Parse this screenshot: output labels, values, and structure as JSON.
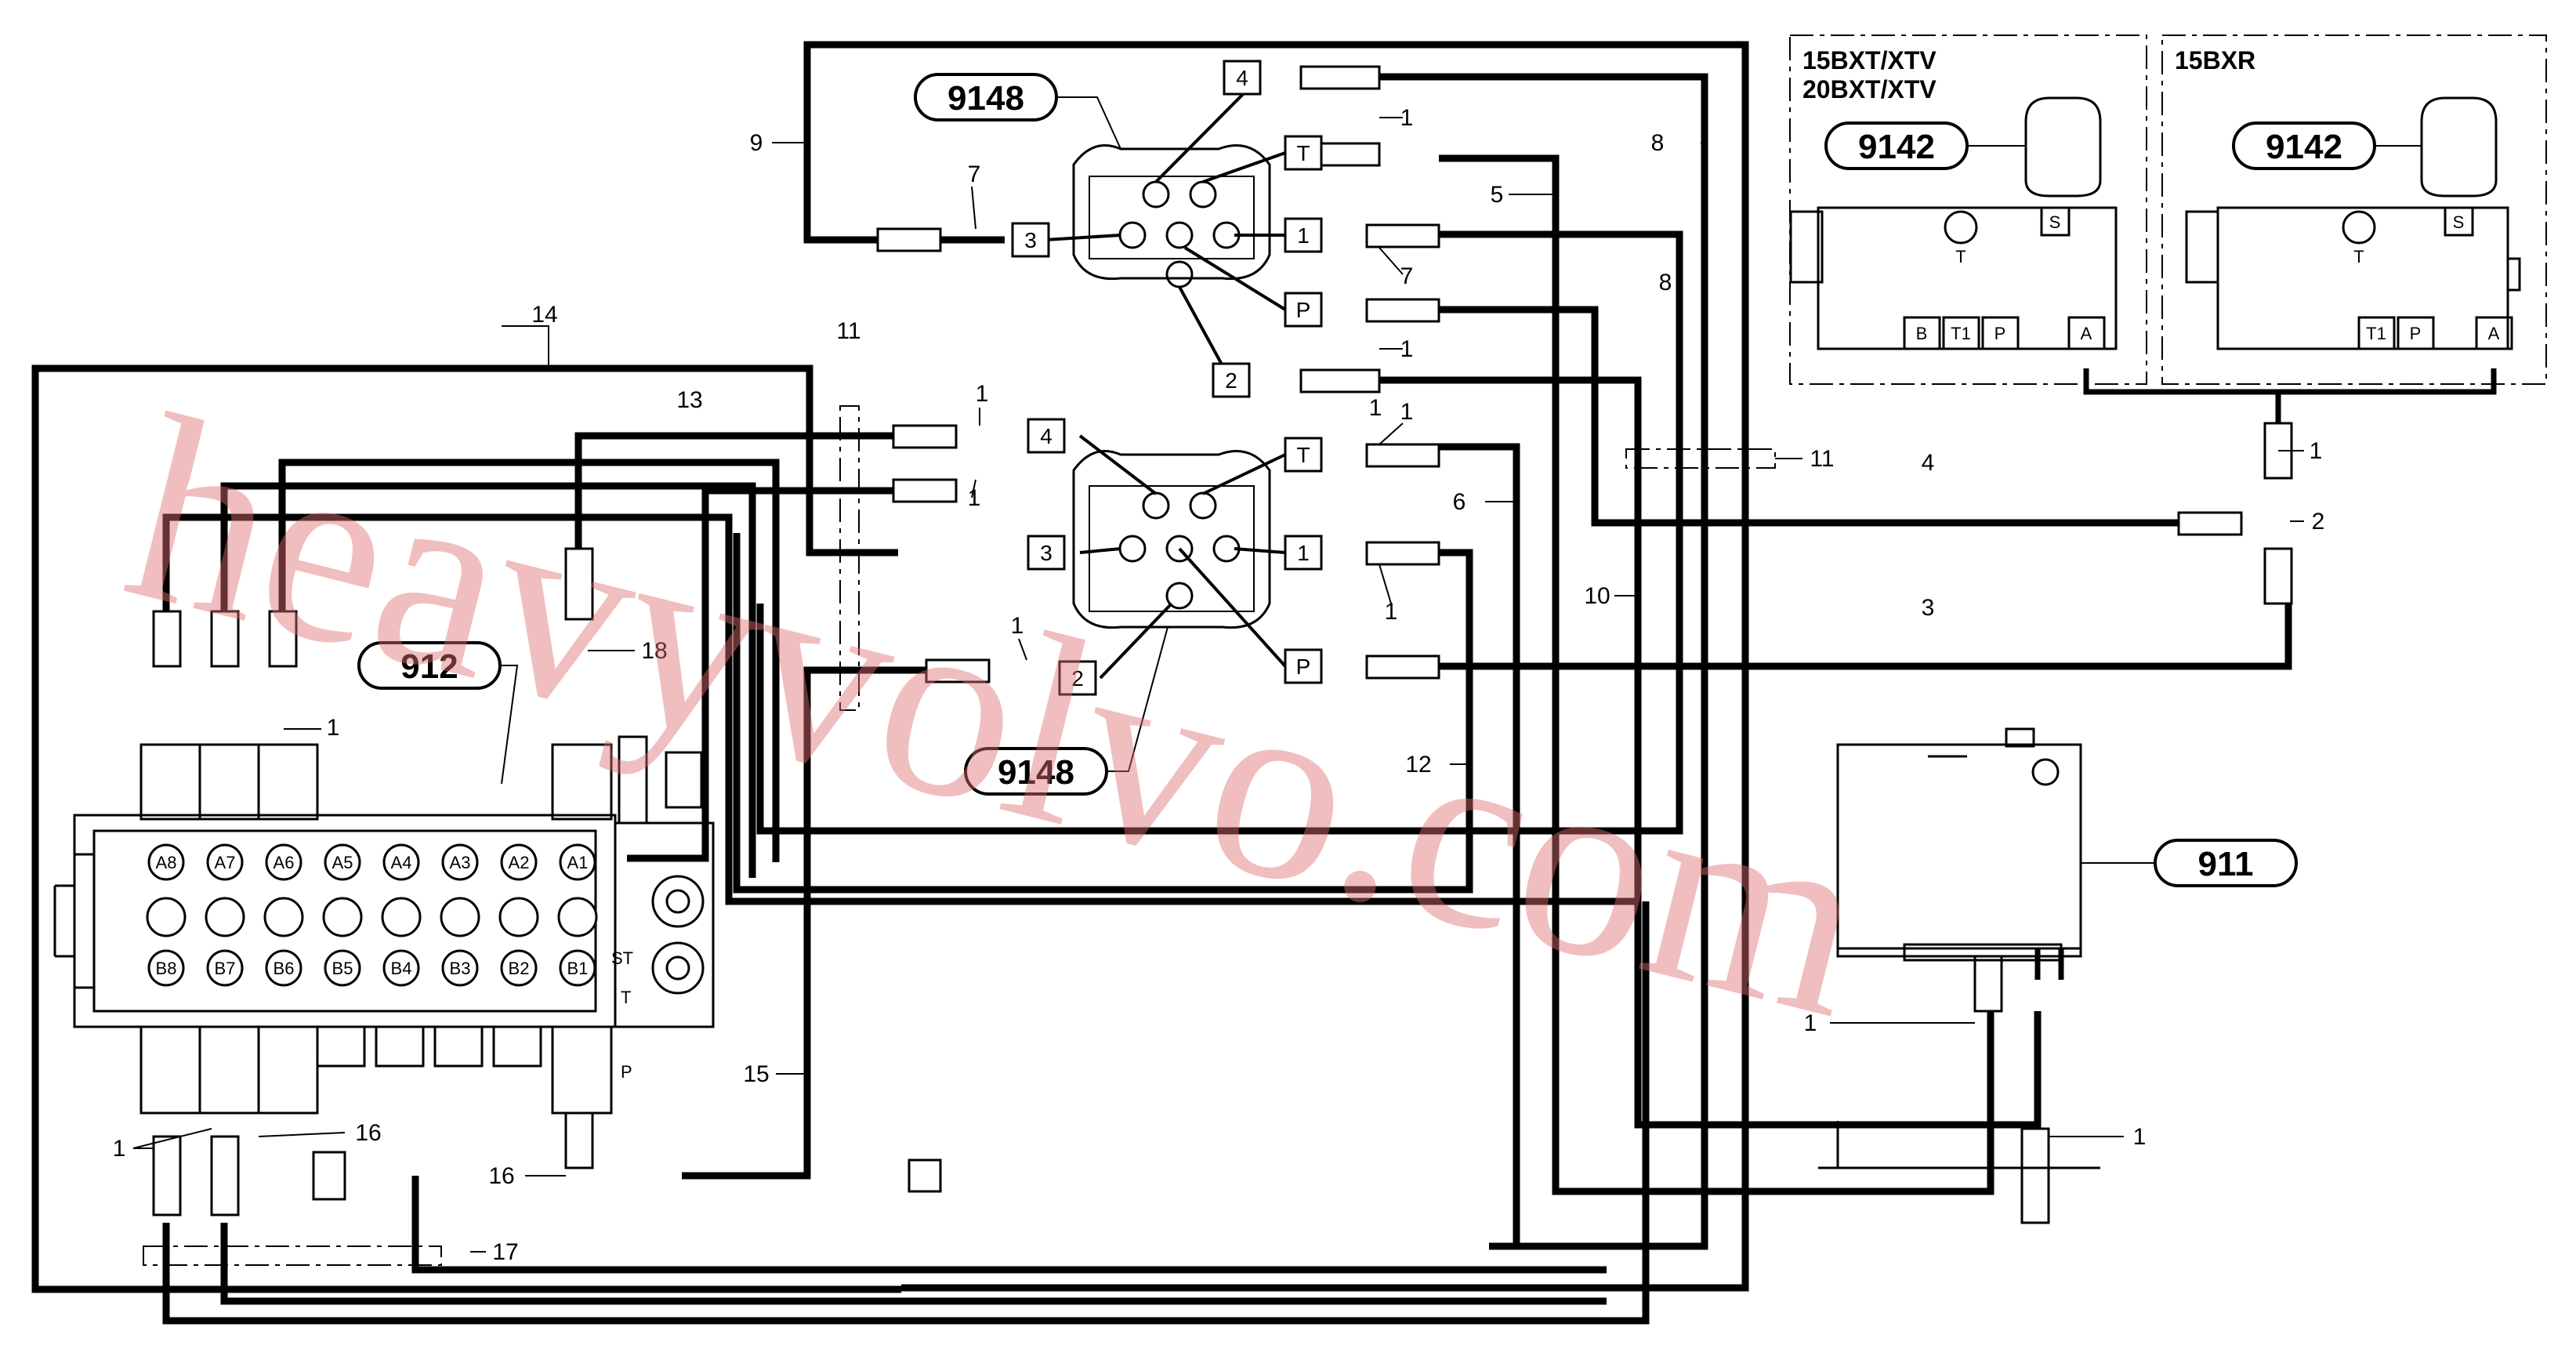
{
  "watermark": "heavyvolvo.com",
  "callouts": {
    "c9148a": "9148",
    "c9148b": "9148",
    "c912": "912",
    "c9142a": "9142",
    "c9142b": "9142",
    "c911": "911"
  },
  "variants": {
    "left_1": "15BXT/XTV",
    "left_2": "20BXT/XTV",
    "right": "15BXR"
  },
  "box_labels": {
    "u4": "4",
    "uT": "T",
    "u1": "1",
    "uP": "P",
    "u2": "2",
    "u3": "3",
    "l4": "4",
    "lT": "T",
    "l3": "3",
    "l1": "1",
    "lP": "P",
    "l2": "2"
  },
  "valve_ports_top": [
    "A8",
    "A7",
    "A6",
    "A5",
    "A4",
    "A3",
    "A2",
    "A1"
  ],
  "valve_ports_bottom": [
    "B8",
    "B7",
    "B6",
    "B5",
    "B4",
    "B3",
    "B2",
    "B1"
  ],
  "valve_side": {
    "st": "ST",
    "t": "T",
    "p": "P"
  },
  "block_ports": {
    "t": "T",
    "s": "S",
    "b": "B",
    "t1": "T1",
    "p": "P",
    "a": "A"
  },
  "refs": {
    "r9": "9",
    "r7a": "7",
    "r1a": "1",
    "r7b": "7",
    "r1b": "1",
    "r1c": "1",
    "r8a": "8",
    "r5": "5",
    "r8b": "8",
    "r11a": "11",
    "r11b": "11",
    "r14": "14",
    "r13": "13",
    "r1d": "1",
    "r1e": "1",
    "r1f": "1",
    "r1g": "1",
    "r6": "6",
    "r10": "10",
    "r1h": "1",
    "r4": "4",
    "r2": "2",
    "r3": "3",
    "r18": "18",
    "r1i": "1",
    "r1j": "1",
    "r12": "12",
    "r15": "15",
    "r16a": "16",
    "r16b": "16",
    "r17": "17",
    "r1k": "1",
    "r1l": "1",
    "r1m": "1"
  }
}
